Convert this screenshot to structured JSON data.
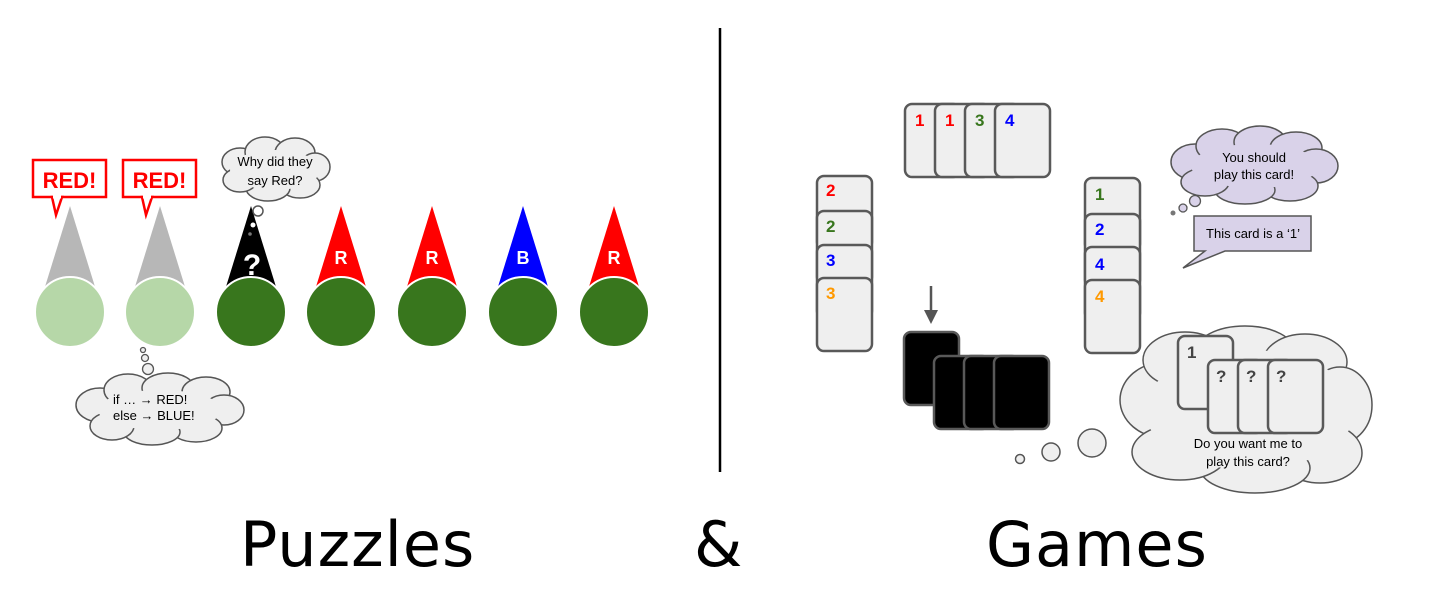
{
  "captions": {
    "left": "Puzzles",
    "middle": "&",
    "right": "Games"
  },
  "puzzle": {
    "shouts": [
      "RED!",
      "RED!"
    ],
    "hats": [
      "?",
      "R",
      "R",
      "B",
      "R"
    ],
    "thought_question": {
      "line1": "Why did they",
      "line2": "say Red?"
    },
    "thought_strategy": {
      "line1": "if …  → RED!",
      "line2": "else  → BLUE!"
    }
  },
  "game": {
    "top_hand": [
      "1",
      "1",
      "3",
      "4"
    ],
    "left_hand": [
      "2",
      "2",
      "3",
      "3"
    ],
    "right_hand": [
      "1",
      "2",
      "4",
      "4"
    ],
    "cloud_hand": [
      "1",
      "?",
      "?",
      "?"
    ],
    "speech_cloud": {
      "line1": "You should",
      "line2": "play this card!"
    },
    "speech_bubble": "This card is a ‘1’",
    "big_thought": {
      "line1": "Do you want me to",
      "line2": "play this card?"
    }
  },
  "colors": {
    "red": "#ff0000",
    "blue": "#0000ff",
    "green": "#38761d",
    "orange": "#ff9900",
    "dark_green": "#38761d",
    "light_green": "#b6d7a8",
    "gray": "#b7b7b7",
    "card_fill": "#efefef",
    "card_border": "#595959",
    "cloud_fill": "#efefef",
    "lavender": "#d9d2e9"
  }
}
